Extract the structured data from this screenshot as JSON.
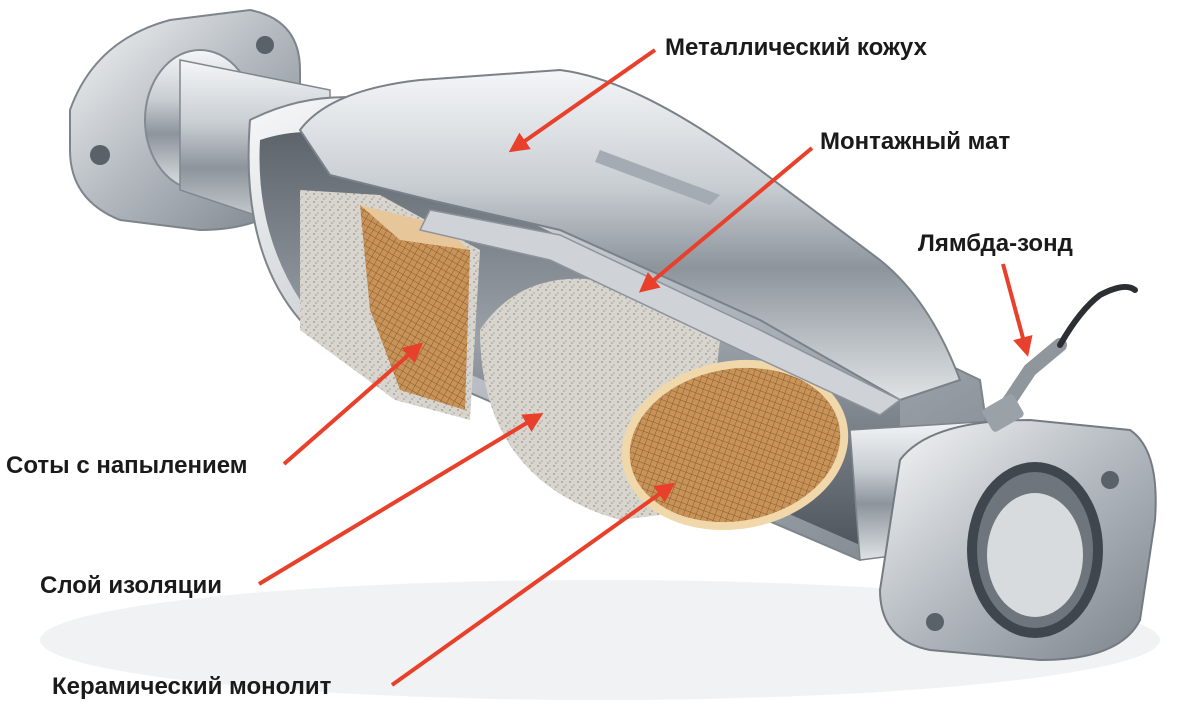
{
  "labels": {
    "metal_shell": "Металлический кожух",
    "mounting_mat": "Монтажный мат",
    "lambda_probe": "Лямбда-зонд",
    "coated_honeycomb": "Соты с напылением",
    "insulation_layer": "Слой изоляции",
    "ceramic_monolith": "Керамический монолит"
  },
  "colors": {
    "arrow": "#e8402a",
    "text": "#1a1a1a",
    "steel_light": "#e9ecef",
    "steel_mid": "#b7bcc2",
    "steel_dark": "#6f767e",
    "ceramic": "#caa06a",
    "insulation": "#d9d6cf"
  }
}
